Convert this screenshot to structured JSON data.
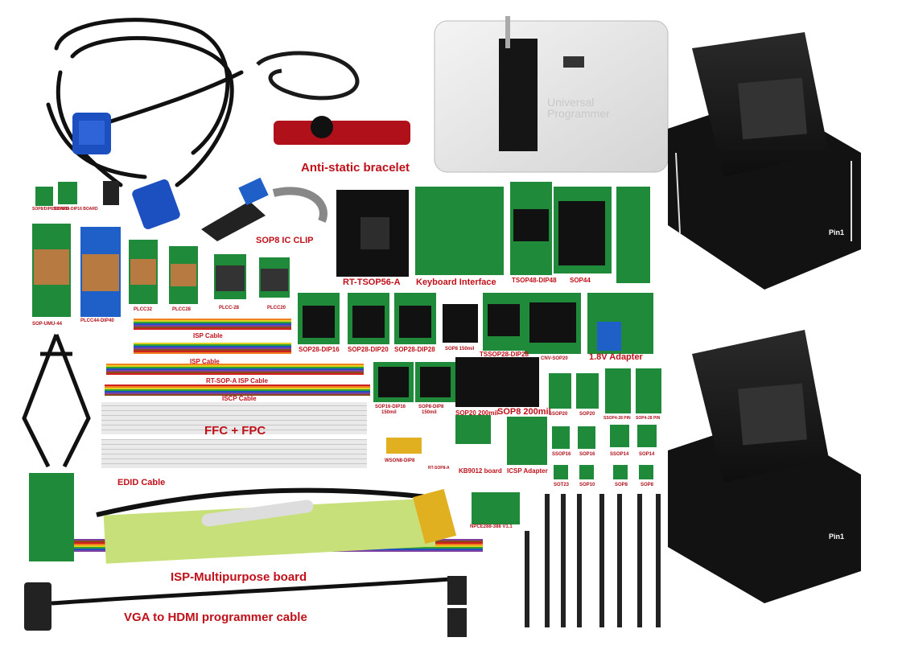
{
  "labels": {
    "antistatic": "Anti-static bracelet",
    "sop8clip": "SOP8 IC CLIP",
    "rt_tsop56": "RT-TSOP56-A",
    "keyboard": "Keyboard Interface",
    "tsop48": "TSOP48-DIP48",
    "sop44": "SOP44",
    "sop28_dip16": "SOP28-DIP16",
    "sop28_dip20": "SOP28-DIP20",
    "sop28_dip28": "SOP28-DIP28",
    "sop8_150": "SOP8 150mil",
    "tssop28": "TSSOP28-DIP28",
    "cnv_sop20": "CNV-SOP20",
    "adapter18": "1.8V Adapter",
    "plcc32": "PLCC32",
    "plcc28": "PLCC28",
    "plcc28b": "PLCC-28",
    "plcc20": "PLCC20",
    "sop_umu44": "SOP-UMU-44",
    "plcc44": "PLCC44-DIP40",
    "isp1": "ISP Cable",
    "isp2": "ISP Cable",
    "rt_sop_isp": "RT-SOP-A ISP Cable",
    "iscp": "ISCP Cable",
    "ffc": "FFC + FPC",
    "edid": "EDID Cable",
    "isp_multi": "ISP-Multipurpose board",
    "vga_hdmi": "VGA to HDMI programmer cable",
    "sop16_dip16": "SOP16-DIP16",
    "mil150": "150mil",
    "sop8_dip8": "SOP8-DIP8",
    "mil150b": "150mil",
    "sop20_200": "SOP20 200mil",
    "sop8_200": "SOP8 200mil",
    "wson8": "WSON8-DIP8",
    "rt_sop_a": "RT-SOP8-A",
    "kb9012": "KB9012 board",
    "icsp": "ICSP Adapter",
    "npce": "NPCE288-388  V1.1",
    "ssop20a": "SSOP20",
    "sop20": "SOP20",
    "ssop28pin": "SSOP4-28 PIN",
    "sop28pin": "SOP4-28 PIN",
    "ssop16": "SSOP16",
    "sop16": "SOP16",
    "ssop14": "SSOP14",
    "sop14": "SOP14",
    "sot23": "SOT23",
    "sop10": "SOP10",
    "sop8a": "SOP8",
    "sop8b": "SOP8",
    "sop8_board": "SOP8/DIP8 BOARD",
    "sop16_board": "SOP8/16-DIP16 BOARD",
    "pin1a": "Pin1",
    "pin1b": "Pin1",
    "programmer_text": "Universal Programmer"
  }
}
